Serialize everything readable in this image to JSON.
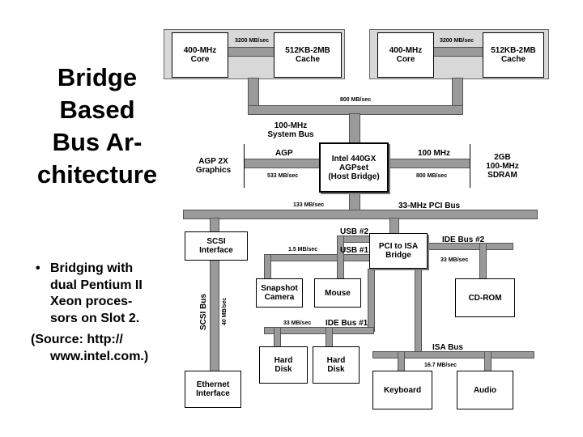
{
  "title": {
    "line1": "Bridge",
    "line2": "Based",
    "line3": "Bus Ar-",
    "line4": "chitecture"
  },
  "bullets": {
    "dot": "•",
    "item1": {
      "l1": "Bridging with",
      "l2": "dual Pentium II",
      "l3": "Xeon proces-",
      "l4": "sors on Slot 2."
    },
    "source": {
      "l1": "(Source: http://",
      "l2": "www.intel.com.)"
    }
  },
  "diagram": {
    "cpu_left": {
      "core": "400-MHz\nCore",
      "cache": "512KB-2MB\nCache",
      "rate": "3200 MB/sec"
    },
    "cpu_right": {
      "core": "400-MHz\nCore",
      "cache": "512KB-2MB\nCache",
      "rate": "3200 MB/sec"
    },
    "cpu_bus_rate": "800 MB/sec",
    "system_bus": "100-MHz\nSystem Bus",
    "agp_graphics": "AGP 2X\nGraphics",
    "agp_label": "AGP",
    "agp_rate": "533 MB/sec",
    "host_bridge": "Intel 440GX\nAGPset\n(Host Bridge)",
    "mem_label": "100 MHz",
    "mem_rate": "800 MB/sec",
    "sdram": "2GB\n100-MHz\nSDRAM",
    "pci_rate": "133 MB/sec",
    "pci_bus": "33-MHz PCI Bus",
    "scsi": "SCSI\nInterface",
    "scsi_bus": "SCSI Bus",
    "scsi_rate": "40 MB/sec",
    "usb2": "USB #2",
    "usb1": "USB #1",
    "usb_rate": "1.5 MB/sec",
    "pci_isa": "PCI to ISA\nBridge",
    "ide2": "IDE Bus #2",
    "ide2_rate": "33 MB/sec",
    "snapshot": "Snapshot\nCamera",
    "mouse": "Mouse",
    "cdrom": "CD-ROM",
    "ide1": "IDE Bus #1",
    "ide1_rate": "33 MB/sec",
    "isa_bus": "ISA Bus",
    "isa_rate": "16.7 MB/sec",
    "hd1": "Hard\nDisk",
    "hd2": "Hard\nDisk",
    "ethernet": "Ethernet\nInterface",
    "keyboard": "Keyboard",
    "audio": "Audio"
  }
}
